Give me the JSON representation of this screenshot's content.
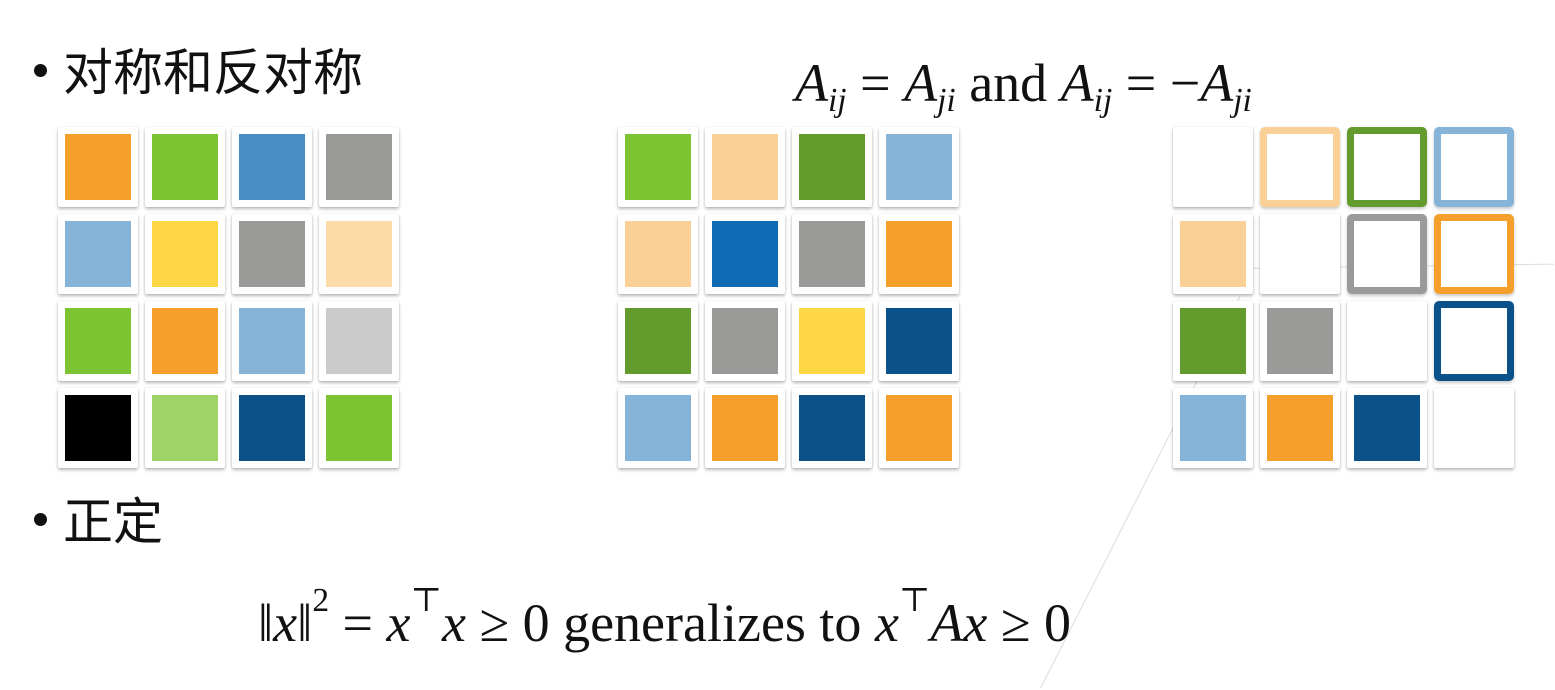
{
  "bullets": {
    "symmetric": "对称和反对称",
    "positive_definite": "正定"
  },
  "formula_symmetric": {
    "a1": "A",
    "s1": "ij",
    "eq1": "=",
    "a2": "A",
    "s2": "ji",
    "and": "and",
    "a3": "A",
    "s3": "ij",
    "eq2": "=",
    "minus": "−",
    "a4": "A",
    "s4": "ji"
  },
  "formula_definite": {
    "norm_open": "‖",
    "x1": "x",
    "norm_close": "‖",
    "sq": "2",
    "eq": "=",
    "x2": "x",
    "t1": "⊤",
    "x3": "x",
    "ge1": "≥",
    "zero1": "0",
    "text": "generalizes to",
    "x4": "x",
    "t2": "⊤",
    "a": "A",
    "x5": "x",
    "ge2": "≥",
    "zero2": "0"
  },
  "colors": {
    "orange": "#f5a02a",
    "green": "#7dc432",
    "dark_green": "#639b2d",
    "light_green": "#a0d468",
    "blue": "#4a8ec6",
    "mid_blue": "#0f6bb4",
    "dark_blue": "#0b528b",
    "light_blue": "#86b4d9",
    "yellow": "#fdd745",
    "gray": "#9a9a98",
    "light_gray": "#cbcbcb",
    "peach": "#fad096",
    "light_peach": "#fddba8",
    "black": "#000000"
  },
  "matrices": {
    "general": [
      [
        "orange",
        "green",
        "blue",
        "gray"
      ],
      [
        "light_blue",
        "yellow",
        "gray",
        "light_peach"
      ],
      [
        "green",
        "orange",
        "light_blue",
        "light_gray"
      ],
      [
        "black",
        "light_green",
        "dark_blue",
        "green"
      ]
    ],
    "symmetric": [
      [
        "green",
        "peach",
        "dark_green",
        "light_blue"
      ],
      [
        "peach",
        "mid_blue",
        "gray",
        "orange"
      ],
      [
        "dark_green",
        "gray",
        "yellow",
        "dark_blue"
      ],
      [
        "light_blue",
        "orange",
        "dark_blue",
        "orange"
      ]
    ],
    "antisymmetric": [
      [
        "empty",
        "outline:peach",
        "outline:dark_green",
        "outline:light_blue"
      ],
      [
        "peach",
        "empty",
        "outline:gray",
        "outline:orange"
      ],
      [
        "dark_green",
        "gray",
        "empty",
        "outline:dark_blue"
      ],
      [
        "light_blue",
        "orange",
        "dark_blue",
        "empty"
      ]
    ]
  }
}
